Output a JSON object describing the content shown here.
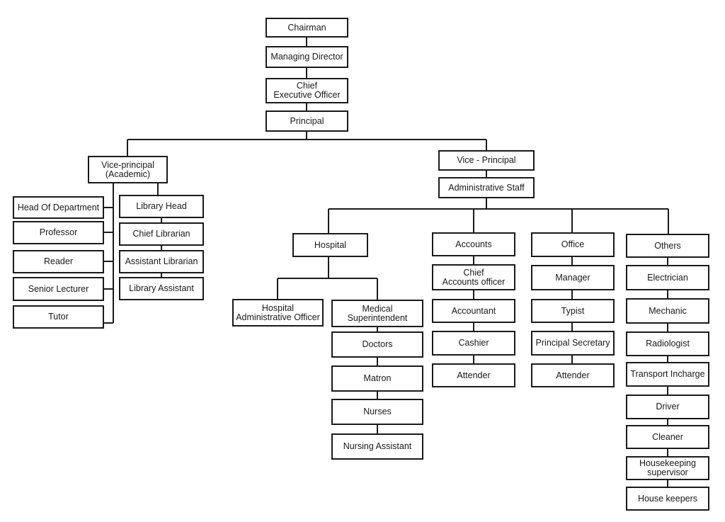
{
  "org_chart": {
    "top": {
      "chairman": "Chairman",
      "managing_director": "Managing Director",
      "ceo": "Chief\nExecutive Officer",
      "principal": "Principal"
    },
    "academic": {
      "vice_principal": "Vice-principal\n(Academic)",
      "left_column": [
        "Head Of Department",
        "Professor",
        "Reader",
        "Senior Lecturer",
        "Tutor"
      ],
      "library_column": [
        "Library Head",
        "Chief Librarian",
        "Assistant Librarian",
        "Library Assistant"
      ]
    },
    "administrative": {
      "vice_principal": "Vice - Principal",
      "staff": "Administrative Staff",
      "hospital": {
        "title": "Hospital",
        "admin_officer": "Hospital\nAdministrative Officer",
        "medical_superintendent": "Medical\nSuperintendent",
        "medical_column": [
          "Doctors",
          "Matron",
          "Nurses",
          "Nursing Assistant"
        ]
      },
      "accounts": [
        "Accounts",
        "Chief\nAccounts officer",
        "Accountant",
        "Cashier",
        "Attender"
      ],
      "office": [
        "Office",
        "Manager",
        "Typist",
        "Principal Secretary",
        "Attender"
      ],
      "others": [
        "Others",
        "Electrician",
        "Mechanic",
        "Radiologist",
        "Transport Incharge",
        "Driver",
        "Cleaner",
        "Housekeeping\nsupervisor",
        "House keepers"
      ]
    }
  }
}
